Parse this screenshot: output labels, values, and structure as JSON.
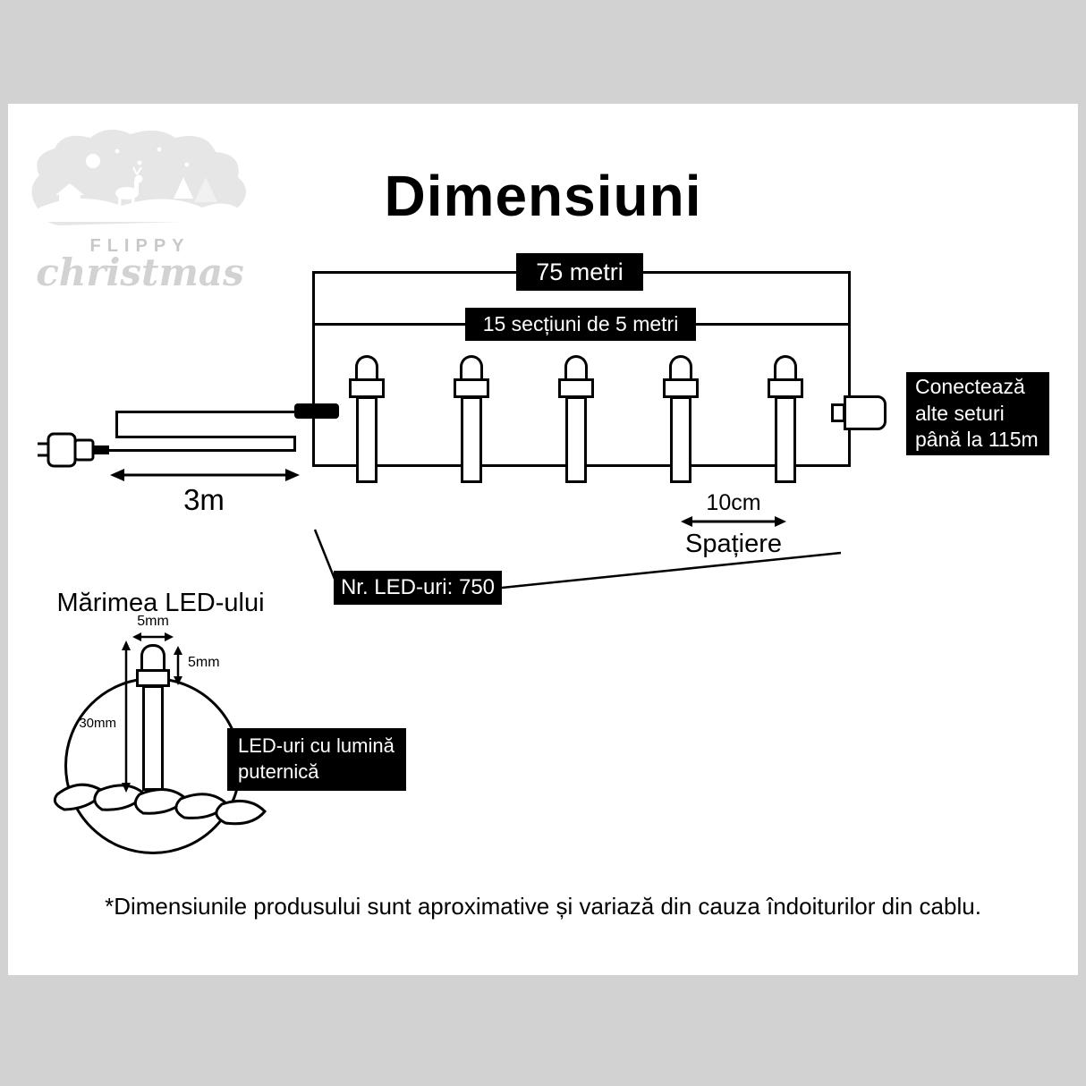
{
  "colors": {
    "frame": "#d2d2d2",
    "paper": "#ffffff",
    "label_bg": "#000000",
    "label_text": "#ffffff",
    "line": "#000000",
    "logo_gray": "#c8c8c8"
  },
  "logo": {
    "name": "FLIPPY",
    "script": "christmas"
  },
  "header": {
    "title": "Dimensiuni"
  },
  "string_diagram": {
    "total_length": "75 metri",
    "sections": "15 secțiuni de 5 metri",
    "lead_length": "3m",
    "extend_note": "Conectează alte seturi până la 115m",
    "spacing_value": "10cm",
    "spacing_label": "Spațiere",
    "led_count": "Nr. LED-uri: 750"
  },
  "led_detail": {
    "title": "Mărimea LED-ului",
    "tip_width": "5mm",
    "tip_height": "5mm",
    "total_height": "30mm",
    "note": "LED-uri cu lumină puternică"
  },
  "footer": {
    "disclaimer": "*Dimensiunile produsului sunt aproximative și variază din cauza îndoiturilor din cablu."
  }
}
